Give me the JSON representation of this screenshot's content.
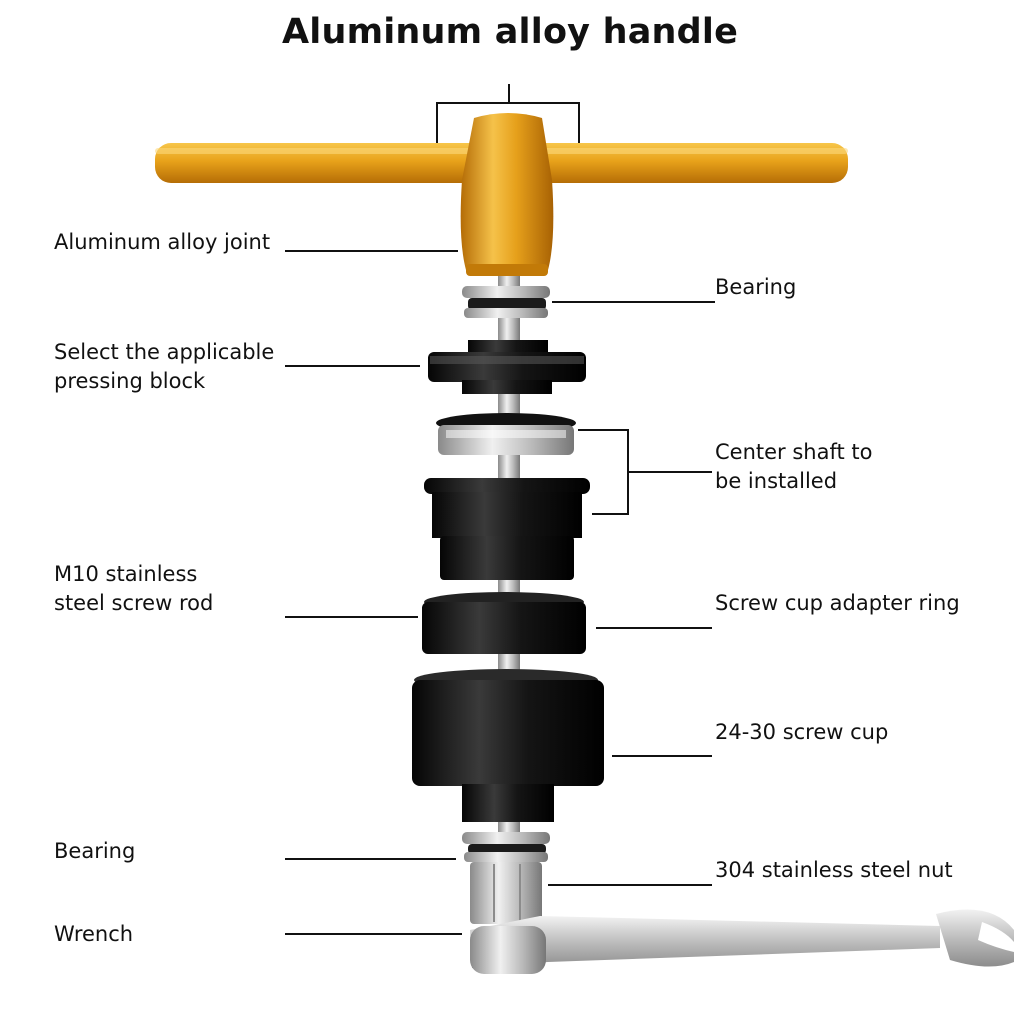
{
  "title": "Aluminum alloy handle",
  "labels": {
    "joint": "Aluminum alloy joint",
    "bearing_top": "Bearing",
    "pressing_block_1": "Select the applicable",
    "pressing_block_2": "pressing block",
    "center_shaft_1": "Center shaft to",
    "center_shaft_2": "be installed",
    "rod_1": "M10 stainless",
    "rod_2": "steel screw rod",
    "adapter_ring": "Screw cup adapter ring",
    "screw_cup": "24-30 screw cup",
    "bearing_bottom": "Bearing",
    "nut": "304 stainless steel nut",
    "wrench": "Wrench"
  },
  "colors": {
    "handle_gold": "#e8a21a",
    "black_parts": "#141414",
    "steel": "#c8c8c8"
  }
}
